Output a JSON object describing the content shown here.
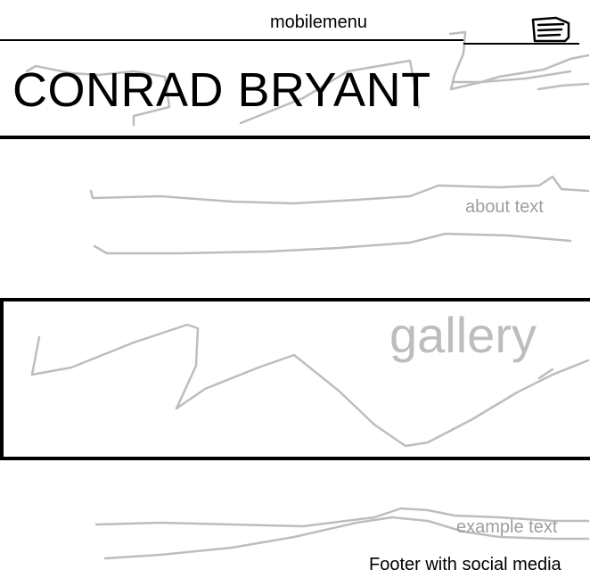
{
  "header": {
    "mobile_menu_label": "mobilemenu",
    "menu_icon": "hamburger-menu-icon"
  },
  "brand": {
    "title": "CONRAD BRYANT"
  },
  "about": {
    "label": "about text"
  },
  "gallery": {
    "label": "gallery"
  },
  "footer": {
    "example_label": "example text",
    "label": "Footer with social media"
  },
  "colors": {
    "ink": "#000000",
    "placeholder_text": "#9e9e9e",
    "gallery_text": "#bdbdbd",
    "scribble": "#bdbdbd"
  }
}
